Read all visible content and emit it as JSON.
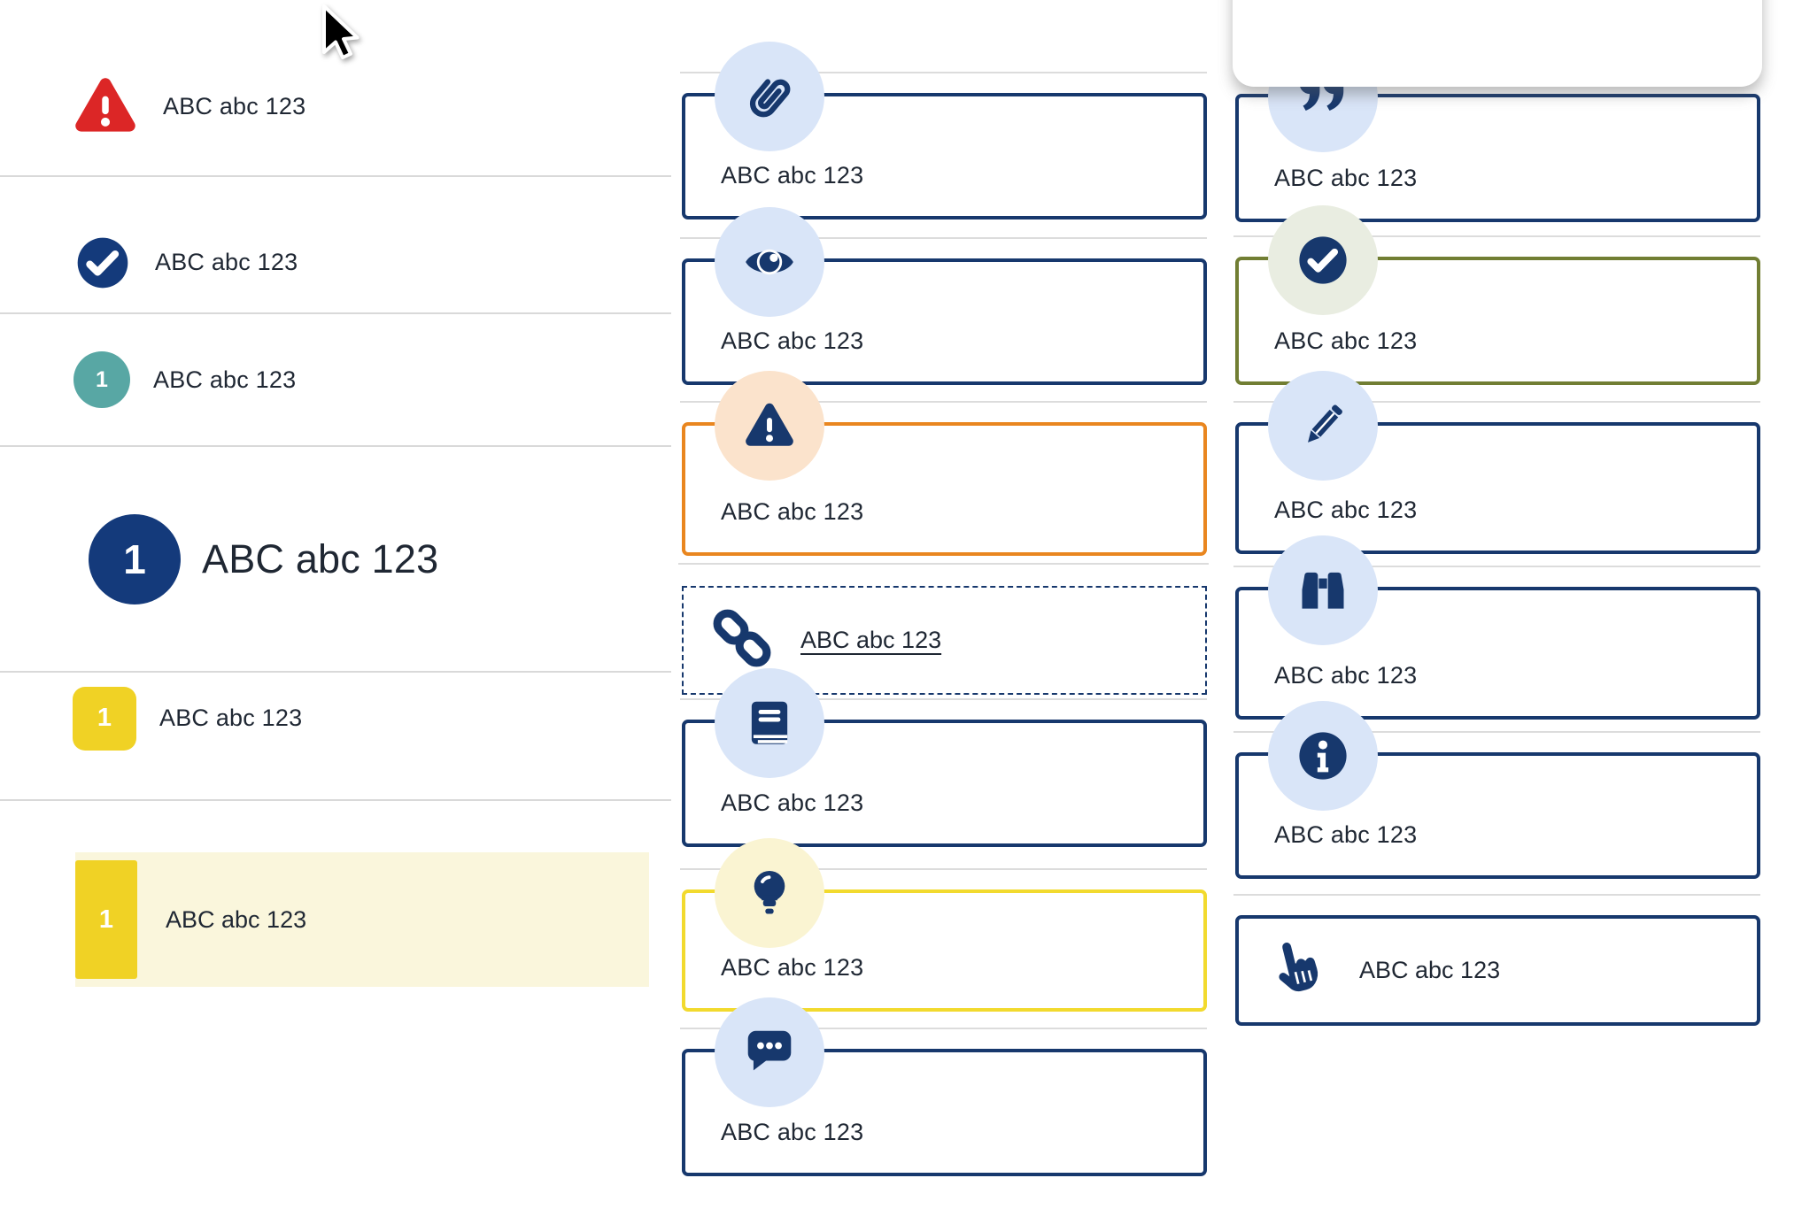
{
  "colors": {
    "navy": "#17386d",
    "navy_badge": "#143a7b",
    "red": "#dc2626",
    "teal": "#58a7a4",
    "orange_border": "#e9861f",
    "olive_border": "#717e33",
    "yellow_border": "#f2da2e",
    "yellow_badge": "#f0d225",
    "highlight_yellow_bg": "#faf6dc",
    "pale_blue_circle": "#d9e5f8",
    "peach_circle": "#fbe3cc",
    "pale_green_circle": "#e9ede1",
    "pale_yellow_circle": "#faf4d2",
    "divider_gray": "#dcdcdc"
  },
  "left_list": {
    "items": [
      {
        "icon": "warning-triangle-icon",
        "style": "red-alert",
        "label": "ABC abc 123"
      },
      {
        "icon": "check-circle-icon",
        "style": "navy-check",
        "label": "ABC abc 123"
      },
      {
        "badge": "1",
        "style": "teal-circle-badge",
        "label": "ABC abc 123"
      },
      {
        "badge": "1",
        "style": "navy-circle-badge-large",
        "label": "ABC abc 123"
      },
      {
        "badge": "1",
        "style": "yellow-square-badge",
        "label": "ABC abc 123"
      },
      {
        "badge": "1",
        "style": "yellow-bar-badge-highlighted",
        "label": "ABC abc 123"
      }
    ]
  },
  "middle_callouts": [
    {
      "icon": "paperclip-icon",
      "variant": "navy",
      "label": "ABC abc 123"
    },
    {
      "icon": "eye-icon",
      "variant": "navy",
      "label": "ABC abc 123"
    },
    {
      "icon": "warning-triangle-icon",
      "variant": "orange",
      "label": "ABC abc 123"
    },
    {
      "icon": "link-chain-icon",
      "variant": "dashed-link",
      "label": "ABC abc 123"
    },
    {
      "icon": "book-icon",
      "variant": "navy",
      "label": "ABC abc 123"
    },
    {
      "icon": "lightbulb-icon",
      "variant": "yellow",
      "label": "ABC abc 123"
    },
    {
      "icon": "chat-bubble-icon",
      "variant": "navy",
      "label": "ABC abc 123"
    }
  ],
  "right_callouts": [
    {
      "icon": "quote-icon",
      "variant": "navy",
      "label": "ABC abc 123"
    },
    {
      "icon": "check-circle-icon",
      "variant": "olive-green",
      "label": "ABC abc 123"
    },
    {
      "icon": "pencil-icon",
      "variant": "navy",
      "label": "ABC abc 123"
    },
    {
      "icon": "binoculars-icon",
      "variant": "navy",
      "label": "ABC abc 123"
    },
    {
      "icon": "info-circle-icon",
      "variant": "navy",
      "label": "ABC abc 123"
    },
    {
      "icon": "hand-point-icon",
      "variant": "navy-inline",
      "label": "ABC abc 123"
    }
  ]
}
